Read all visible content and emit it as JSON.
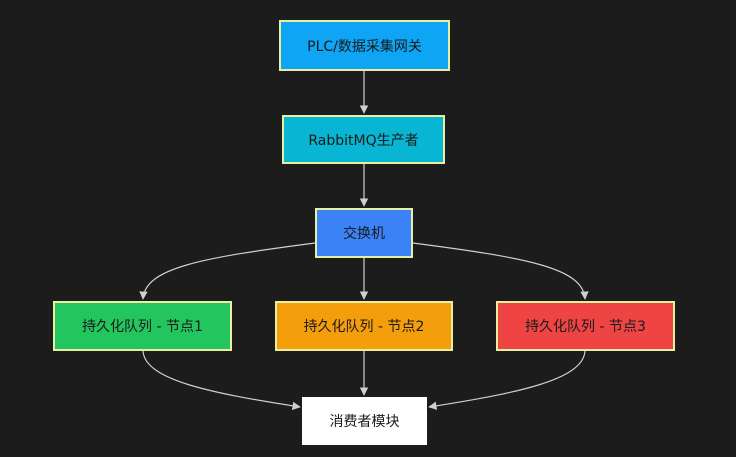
{
  "diagram": {
    "nodes": {
      "source": "PLC/数据采集网关",
      "producer": "RabbitMQ生产者",
      "exchange": "交换机",
      "queue1": "持久化队列 - 节点1",
      "queue2": "持久化队列 - 节点2",
      "queue3": "持久化队列 - 节点3",
      "consumer": "消费者模块"
    },
    "edges": [
      [
        "source",
        "producer"
      ],
      [
        "producer",
        "exchange"
      ],
      [
        "exchange",
        "queue1"
      ],
      [
        "exchange",
        "queue2"
      ],
      [
        "exchange",
        "queue3"
      ],
      [
        "queue1",
        "consumer"
      ],
      [
        "queue2",
        "consumer"
      ],
      [
        "queue3",
        "consumer"
      ]
    ],
    "colors": {
      "background": "#1c1c1c",
      "edge": "#cfcfcf",
      "node_border": "#e8efa0",
      "source": "#0ea5f5",
      "producer": "#08b6d4",
      "exchange": "#3b82f6",
      "queue1": "#22c55e",
      "queue2": "#f59e0b",
      "queue3": "#ef4444",
      "consumer": "#ffffff"
    }
  }
}
